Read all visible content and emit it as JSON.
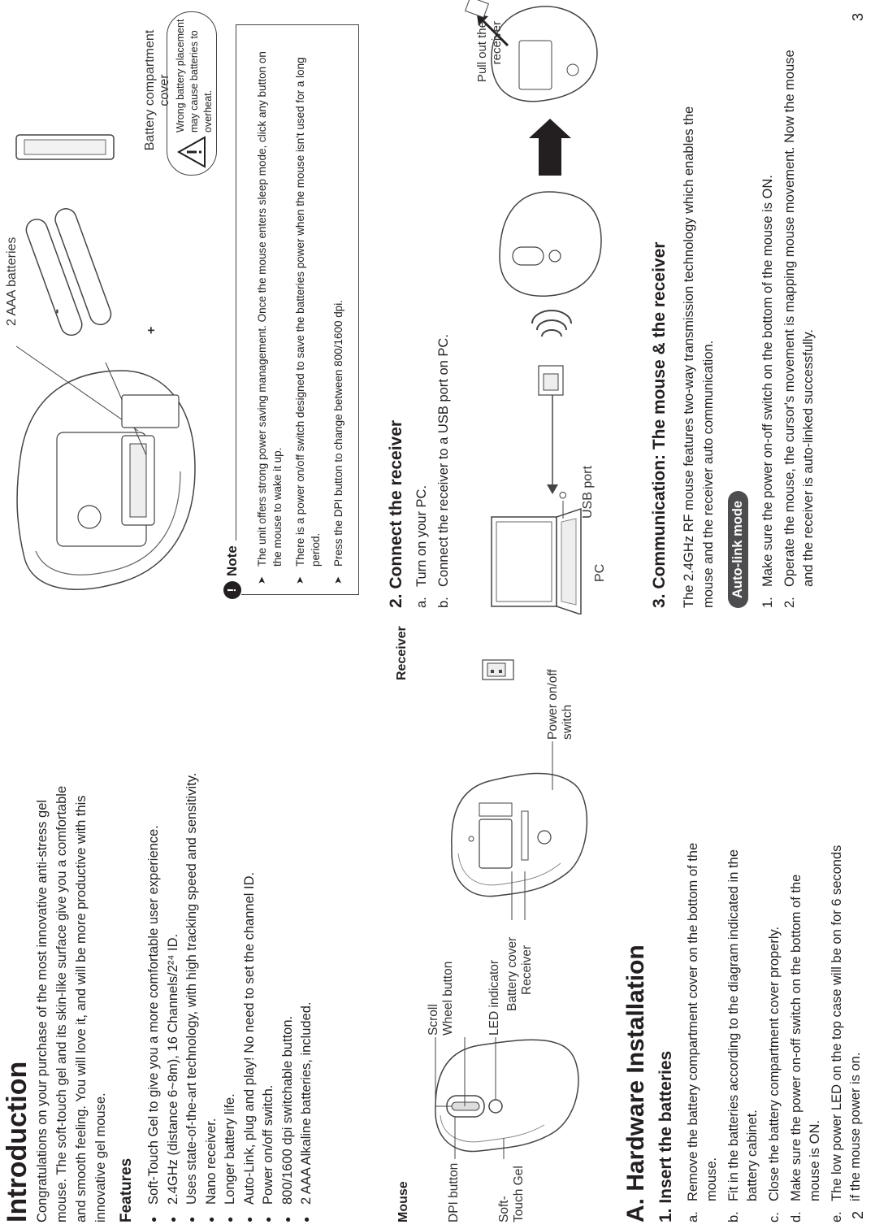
{
  "page_left": {
    "page_number": "2",
    "title": "Introduction",
    "intro": "Congratulations on your purchase of the most innovative anti-stress gel mouse. The soft-touch gel and its skin-like surface give you a comfortable and smooth feeling. You will love it, and will be more productive with this innovative gel mouse.",
    "features_heading": "Features",
    "features": [
      "Soft-Touch Gel to give you a more comfortable user experience.",
      "2.4GHz (distance 6~8m), 16 Channels/2²⁴ ID.",
      "Uses state-of-the-art technology, with high tracking speed and sensitivity.",
      "Nano receiver.",
      "Longer battery life.",
      "Auto-Link, plug and play! No need to set the channel ID.",
      "Power on/off switch.",
      "800/1600 dpi switchable button.",
      "2 AAA Alkaline batteries, included."
    ],
    "diagram": {
      "mouse_label": "Mouse",
      "receiver_label": "Receiver",
      "labels": {
        "scroll": "Scroll",
        "wheel_button": "Wheel button",
        "led_indicator": "LED indicator",
        "dpi_button": "DPI button",
        "soft_touch_gel": "Soft-Touch Gel",
        "battery_cover": "Battery cover",
        "receiver": "Receiver",
        "power_switch": "Power on/off switch"
      }
    },
    "section_title": "A. Hardware Installation",
    "step1_title": "1. Insert the batteries",
    "step1_items": [
      {
        "mark": "a.",
        "text": "Remove the battery compartment cover on the bottom of the mouse."
      },
      {
        "mark": "b.",
        "text": "Fit in the batteries according to the diagram indicated in the battery cabinet."
      },
      {
        "mark": "c.",
        "text": "Close the battery compartment cover properly."
      },
      {
        "mark": "d.",
        "text": "Make sure the power on-off switch on the bottom of the mouse is ON."
      },
      {
        "mark": "e.",
        "text": "The low power LED on the top case will be on for 6 seconds if the mouse power is on."
      }
    ]
  },
  "page_right": {
    "page_number": "3",
    "battery_diagram": {
      "batteries_label": "2 AAA batteries",
      "plus": "+",
      "minus": "-",
      "cover_label": "Battery compartment cover",
      "warning": "Wrong battery placement may cause batteries to overheat."
    },
    "note": {
      "title": "Note",
      "items": [
        "The unit offers strong power saving management. Once the mouse enters sleep mode, click any button on the mouse to wake it up.",
        "There is a power on/off switch designed to save the batteries power when the mouse isn't used for a long period.",
        "Press the DPI button to change between 800/1600 dpi."
      ]
    },
    "step2_title": "2. Connect the receiver",
    "step2_items": [
      {
        "mark": "a.",
        "text": "Turn on your PC."
      },
      {
        "mark": "b.",
        "text": "Connect the receiver to a USB port on PC."
      }
    ],
    "connect_diagram": {
      "pc": "PC",
      "usb_port": "USB port",
      "pull_out": "Pull out the receiver"
    },
    "step3_title": "3. Communication: The mouse & the receiver",
    "step3_text": "The 2.4GHz RF mouse features two-way transmission technology which enables the mouse and the receiver auto communication.",
    "autolink_label": "Auto-link mode",
    "step3_items": [
      {
        "mark": "1.",
        "text": "Make sure the power on-off switch on the bottom of the mouse is ON."
      },
      {
        "mark": "2.",
        "text": "Operate the mouse, the cursor's movement is mapping mouse movement. Now the mouse and the receiver is auto-linked successfully."
      }
    ]
  }
}
